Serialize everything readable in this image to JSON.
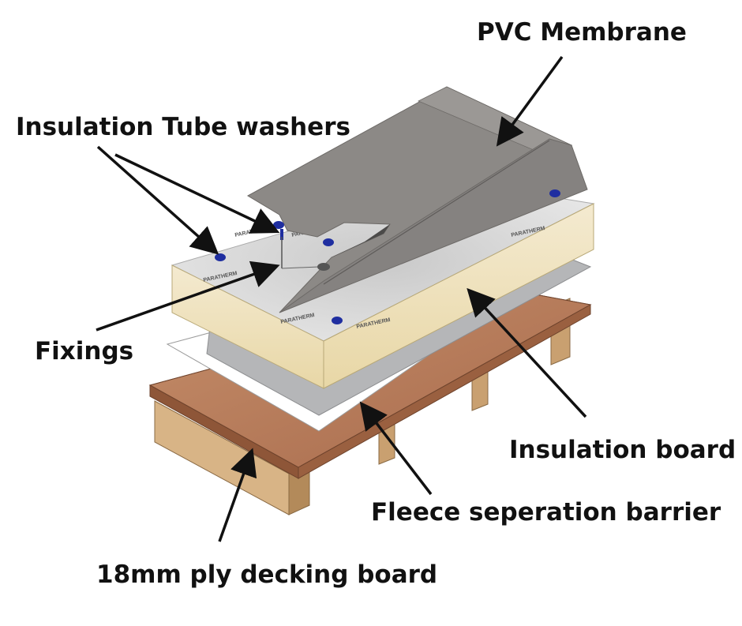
{
  "labels": {
    "pvc_membrane": "PVC Membrane",
    "tube_washers": "Insulation Tube washers",
    "fixings": "Fixings",
    "insulation_board": "Insulation board",
    "fleece_barrier": "Fleece seperation barrier",
    "ply_decking": "18mm ply decking board"
  },
  "board_brand": "PARATHERM",
  "colors": {
    "membrane": "#8c8986",
    "insulation_top": "#dcdcdc",
    "insulation_side": "#efe3bd",
    "fleece": "#b5b6b8",
    "plywood": "#b3785a",
    "joist": "#c9a070",
    "washer": "#1f2ea0",
    "text": "#111111"
  }
}
